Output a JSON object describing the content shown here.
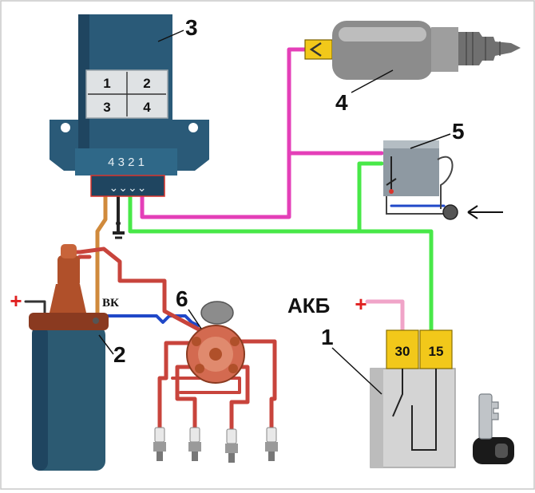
{
  "colors": {
    "background": "#ffffff",
    "module_body": "#2a5a78",
    "module_dark": "#1f4560",
    "connector_socket": "#dfe2e4",
    "wire_pink": "#e43fb8",
    "wire_green": "#48e848",
    "wire_orange": "#d08a3c",
    "wire_hv": "#c8443c",
    "wire_blue": "#2048c8",
    "wire_black": "#222222",
    "coil_body": "#2c5a72",
    "coil_cap": "#b0502a",
    "distributor_cap": "#d36a50",
    "switch_body": "#d4d4d4",
    "terminal_yellow": "#f2c81a",
    "plus_red": "#e02020",
    "wire_akb_pink": "#f0a4c8"
  },
  "callouts": {
    "ignition_switch": "1",
    "ignition_coil": "2",
    "control_unit": "3",
    "solenoid_valve": "4",
    "microswitch": "5",
    "distributor": "6"
  },
  "control_unit": {
    "pin_grid": [
      "1",
      "2",
      "3",
      "4"
    ],
    "pin_strip": "4 3 2 1"
  },
  "ignition_coil": {
    "plus_sign": "+",
    "terminal_label": "ВК"
  },
  "ignition_switch": {
    "battery_label": "АКБ",
    "battery_plus": "+",
    "terminal_30": "30",
    "terminal_15": "15"
  },
  "icons": {
    "microswitch_arrow": "arrow-left-icon",
    "key": "key-icon",
    "ground": "ground-icon"
  }
}
